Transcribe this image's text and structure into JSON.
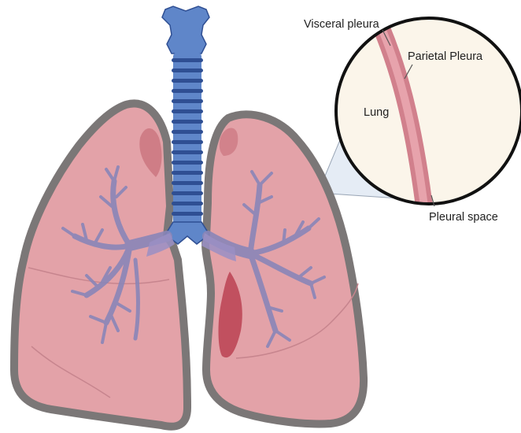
{
  "diagram": {
    "subject": "lungs-and-pleura",
    "labels": {
      "visceral_pleura": "Visceral pleura",
      "parietal_pleura": "Parietal Pleura",
      "lung": "Lung",
      "pleural_space": "Pleural space"
    },
    "colors": {
      "lung_fill": "#e3a2a8",
      "lung_outline": "#7b7777",
      "lung_dark": "#c66d78",
      "trachea": "#5f86c9",
      "trachea_ring": "#2f4f93",
      "bronchial_tree": "#8a86b8",
      "pleura_band": "#d1808c",
      "magnifier_fill": "#fbf5ea",
      "zoom_callout": "#e5ecf5"
    }
  }
}
